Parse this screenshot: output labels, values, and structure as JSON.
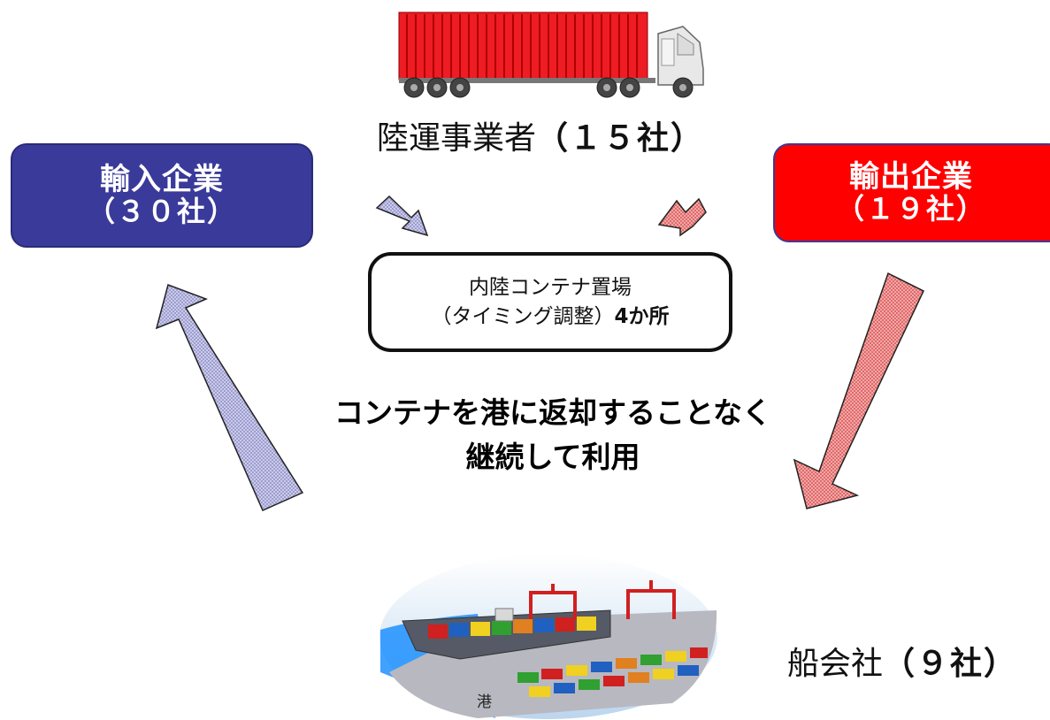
{
  "trucker": {
    "name": "陸運事業者",
    "count": "（１５社）"
  },
  "importer": {
    "name": "輸入企業",
    "count": "（３０社）"
  },
  "exporter": {
    "name": "輸出企業",
    "count": "（１９社）"
  },
  "yard": {
    "line1": "内陸コンテナ置場",
    "line2_prefix": "（タイミング調整）",
    "line2_count": "4か所"
  },
  "message": {
    "line1": "コンテナを港に返却することなく",
    "line2": "継続して利用"
  },
  "shipping": {
    "name": "船会社",
    "count": "（９社）"
  },
  "port": {
    "label": "港"
  },
  "colors": {
    "importer": "#3a3a9a",
    "exporter": "#ff0000",
    "arrow_blue": "#c8c8ee",
    "arrow_red": "#f0a0a0",
    "truck_container": "#ee1c24"
  },
  "icons": [
    "truck-icon",
    "port-illustration"
  ]
}
